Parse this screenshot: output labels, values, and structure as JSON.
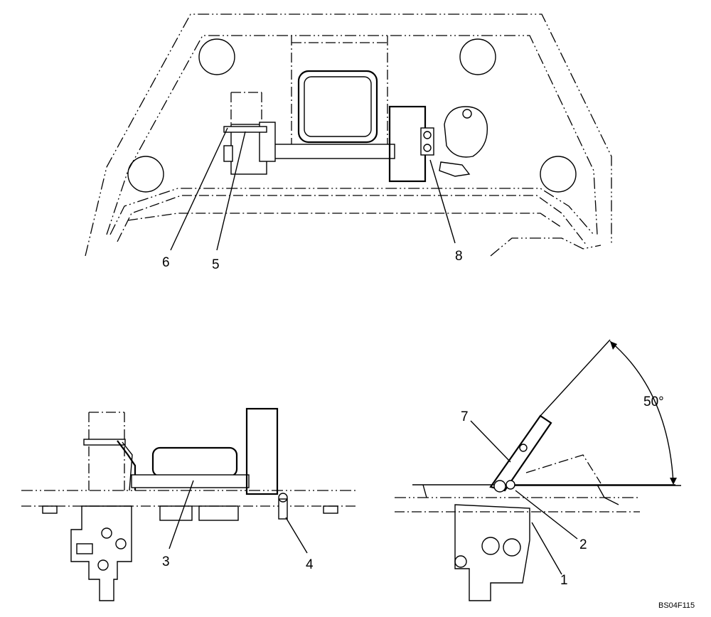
{
  "callouts": {
    "c1": "1",
    "c2": "2",
    "c3": "3",
    "c4": "4",
    "c5": "5",
    "c6": "6",
    "c7": "7",
    "c8": "8"
  },
  "angle_label": "50°",
  "drawing_code": "BS04F115"
}
